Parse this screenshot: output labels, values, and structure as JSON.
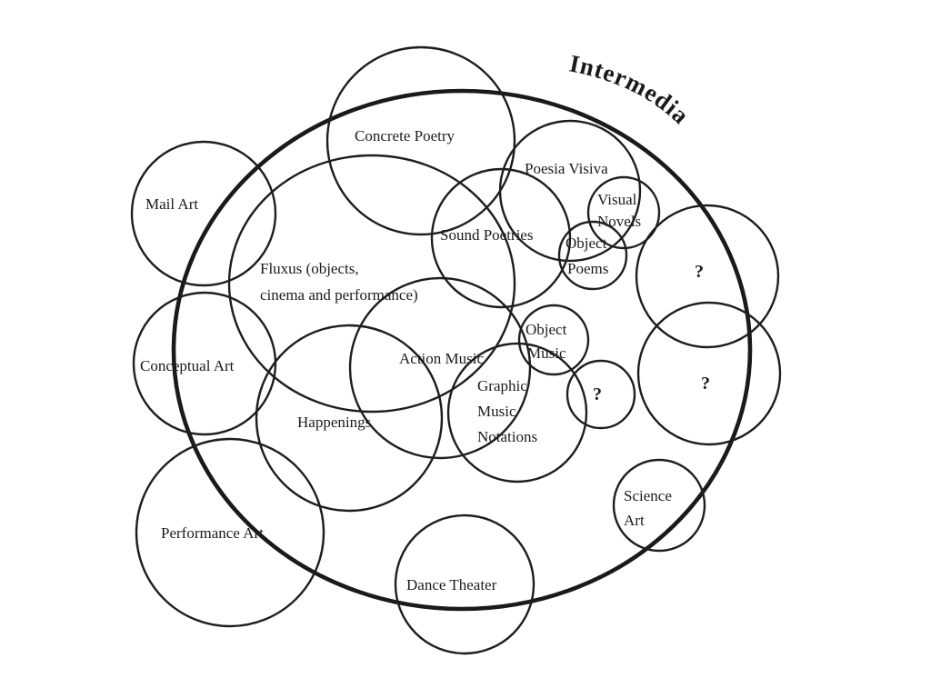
{
  "title": "Intermedia",
  "regions": {
    "concrete_poetry": "Concrete Poetry",
    "poesia_visiva": "Poesia Visiva",
    "mail_art": "Mail Art",
    "visual_novels": [
      "Visual",
      "Novels"
    ],
    "sound_poetries": "Sound Poetries",
    "object_poems": [
      "Object",
      "Poems"
    ],
    "fluxus": [
      "Fluxus (objects,",
      "cinema and performance)"
    ],
    "object_music": [
      "Object",
      "Music"
    ],
    "conceptual_art": "Conceptual Art",
    "action_music": "Action Music",
    "graphic_music_notations": [
      "Graphic",
      "Music",
      "Notations"
    ],
    "happenings": "Happenings",
    "unknown": "?",
    "science_art": [
      "Science",
      "Art"
    ],
    "performance_art": "Performance Art",
    "dance_theater": "Dance Theater"
  }
}
